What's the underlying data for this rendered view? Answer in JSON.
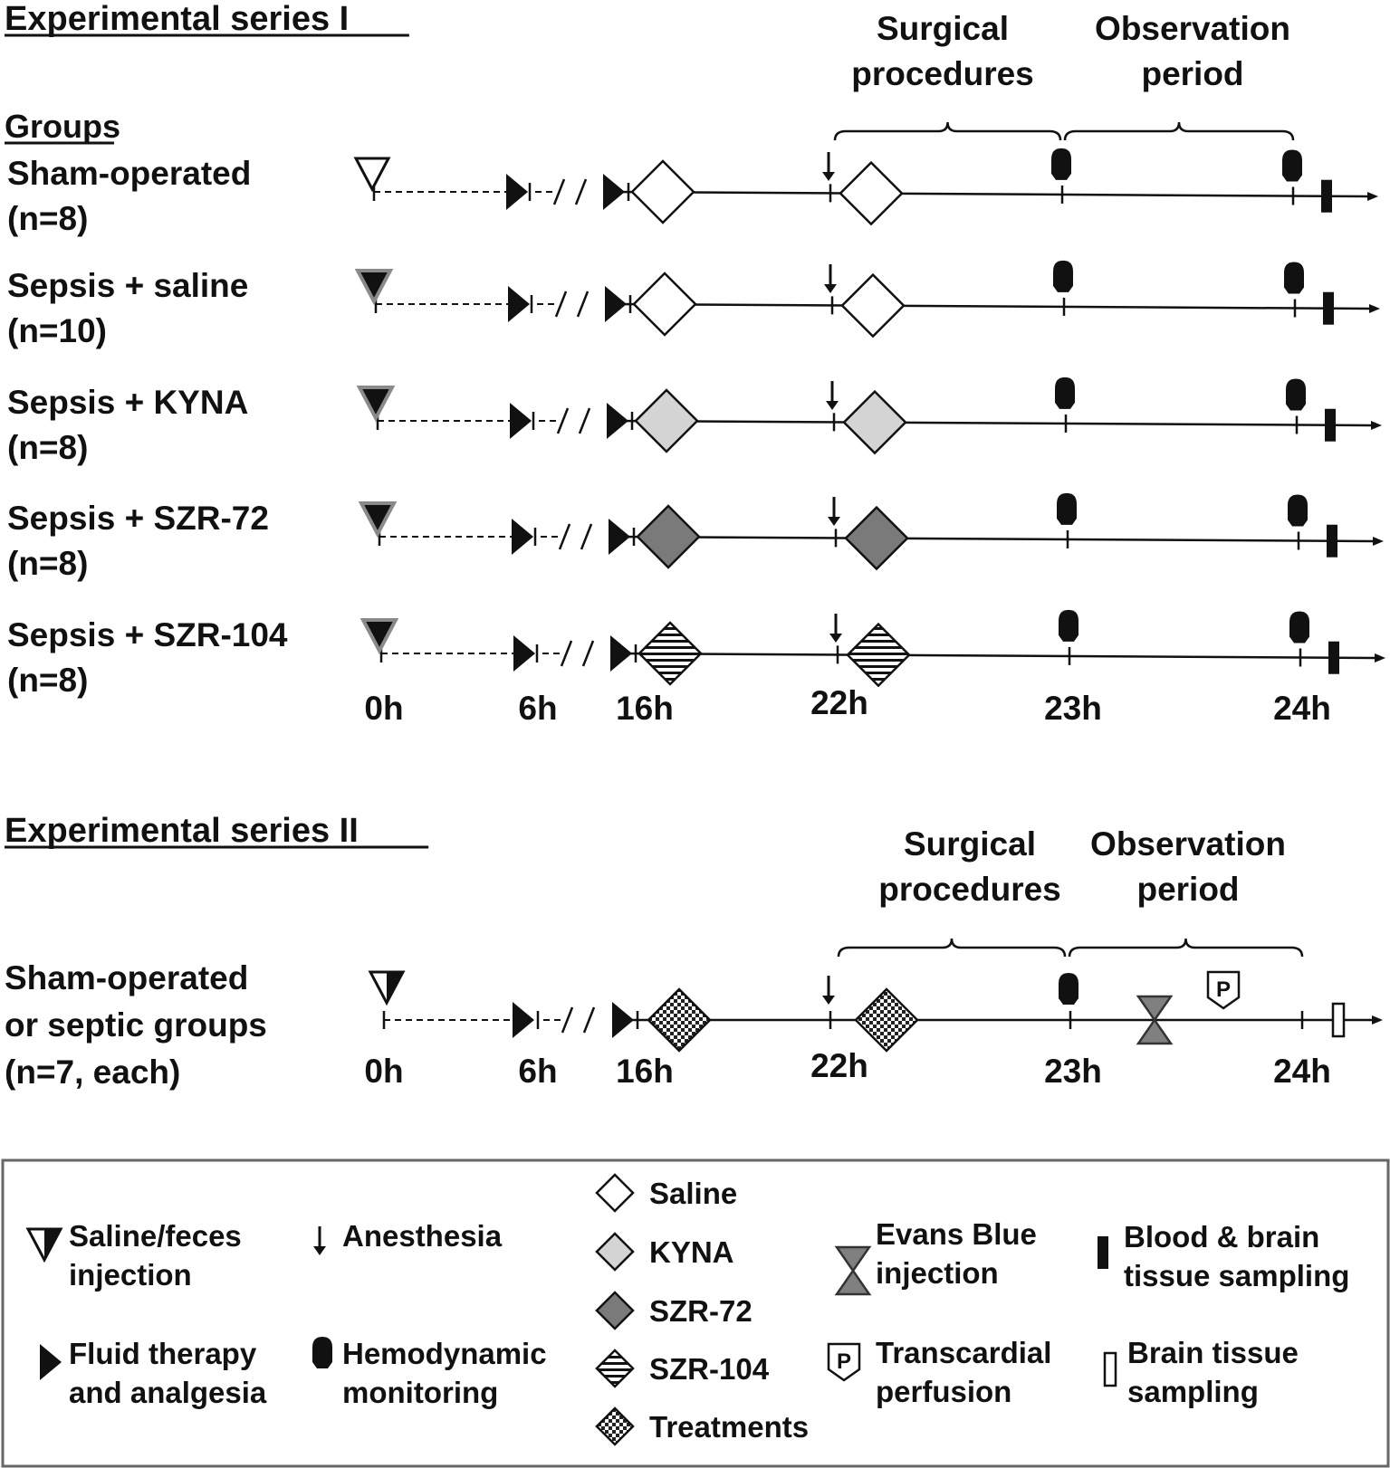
{
  "series1": {
    "title": "Experimental series I",
    "groups_heading": "Groups",
    "phase_surgical": [
      "Surgical",
      "procedures"
    ],
    "phase_observation": [
      "Observation",
      "period"
    ],
    "time_labels": [
      "0h",
      "6h",
      "16h",
      "22h",
      "23h",
      "24h"
    ],
    "groups": [
      {
        "label": "Sham-operated",
        "n": "(n=8)",
        "injection": "saline",
        "treatment": "saline"
      },
      {
        "label": "Sepsis + saline",
        "n": "(n=10)",
        "injection": "feces",
        "treatment": "saline"
      },
      {
        "label": "Sepsis + KYNA",
        "n": "(n=8)",
        "injection": "feces",
        "treatment": "kyna"
      },
      {
        "label": "Sepsis + SZR-72",
        "n": "(n=8)",
        "injection": "feces",
        "treatment": "szr72"
      },
      {
        "label": "Sepsis + SZR-104",
        "n": "(n=8)",
        "injection": "feces",
        "treatment": "szr104"
      }
    ]
  },
  "series2": {
    "title": "Experimental series II",
    "phase_surgical": [
      "Surgical",
      "procedures"
    ],
    "phase_observation": [
      "Observation",
      "period"
    ],
    "group_label": [
      "Sham-operated",
      "or septic groups",
      "(n=7, each)"
    ],
    "time_labels": [
      "0h",
      "6h",
      "16h",
      "22h",
      "23h",
      "24h"
    ],
    "perfusion_letter": "P"
  },
  "legend": {
    "injection": [
      "Saline/feces",
      "injection"
    ],
    "anesthesia": [
      "Anesthesia"
    ],
    "fluid": [
      "Fluid therapy",
      "and analgesia"
    ],
    "hemodynamic": [
      "Hemodynamic",
      "monitoring"
    ],
    "saline": [
      "Saline"
    ],
    "kyna": [
      "KYNA"
    ],
    "szr72": [
      "SZR-72"
    ],
    "szr104": [
      "SZR-104"
    ],
    "treatments": [
      "Treatments"
    ],
    "evans": [
      "Evans Blue",
      "injection"
    ],
    "perfusion": [
      "Transcardial",
      "perfusion"
    ],
    "blood": [
      "Blood & brain",
      "tissue sampling"
    ],
    "brain": [
      "Brain tissue",
      "sampling"
    ],
    "perfusion_letter": "P"
  },
  "colors": {
    "saline": "#ffffff",
    "kyna": "#d4d4d4",
    "szr72": "#7a7a7a",
    "injection_fill": "#111111",
    "injection_rim": "#8a8a8a",
    "evans": "#808080"
  }
}
